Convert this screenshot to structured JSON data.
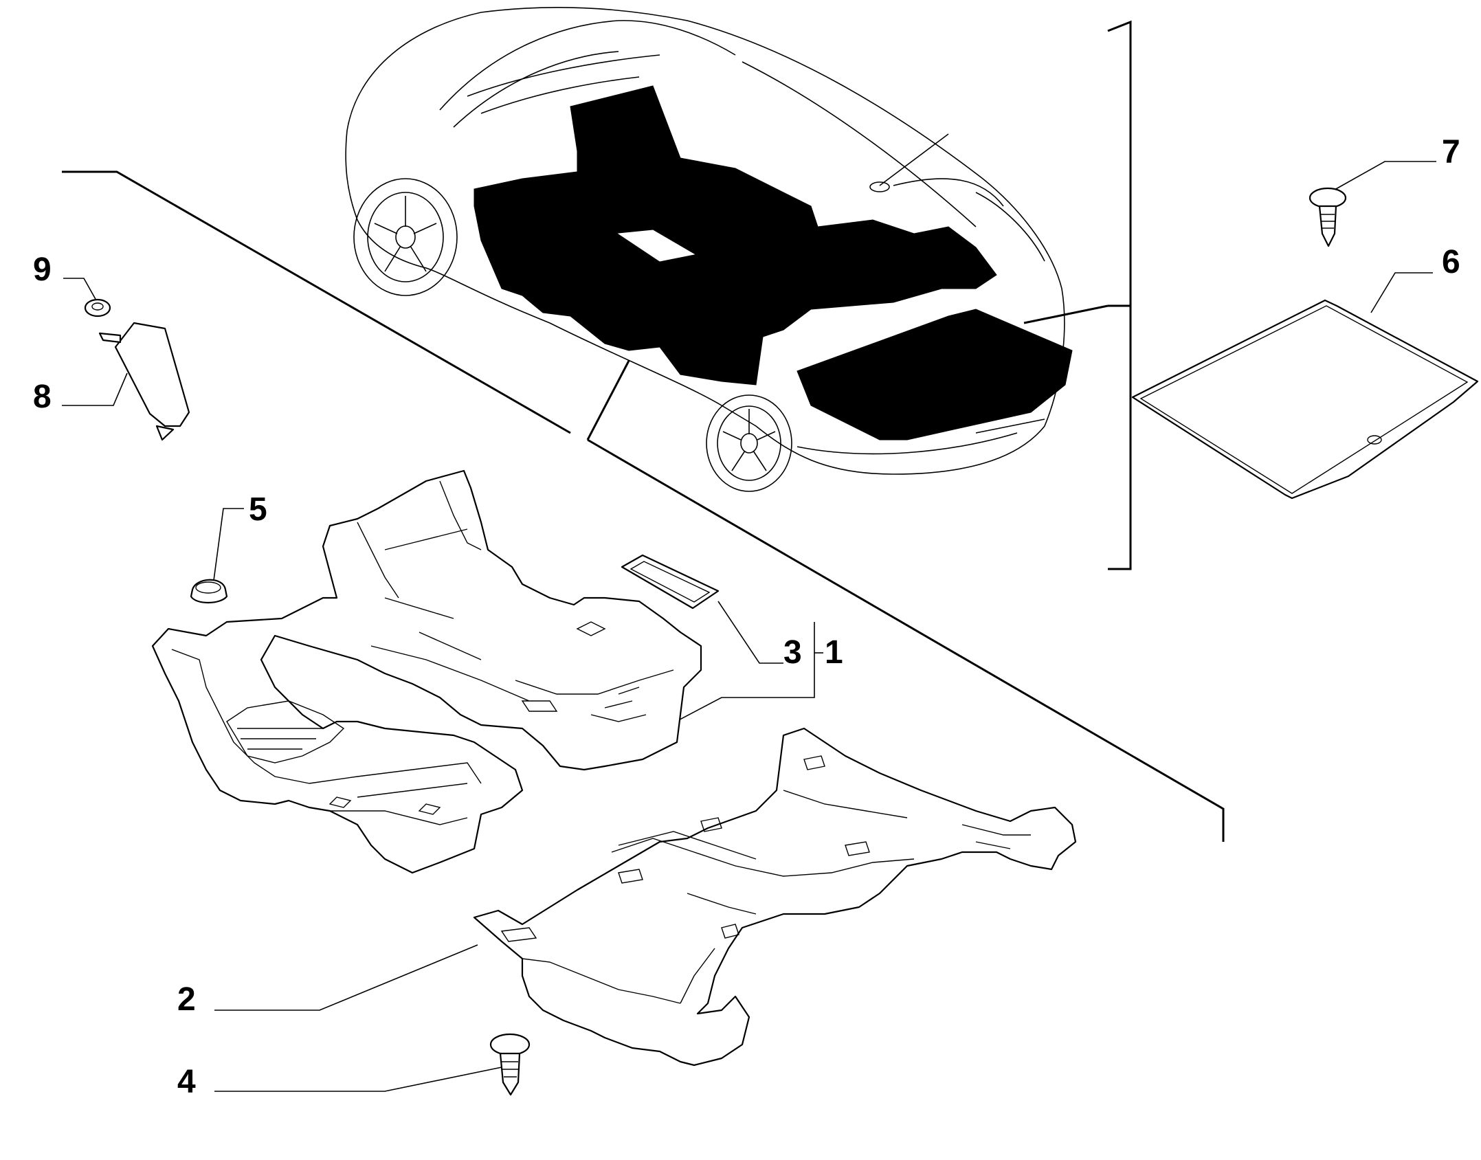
{
  "callouts": {
    "c1": "1",
    "c2": "2",
    "c3": "3",
    "c4": "4",
    "c5": "5",
    "c6": "6",
    "c7": "7",
    "c8": "8",
    "c9": "9"
  },
  "colors": {
    "line": "#000000",
    "background": "#ffffff",
    "carpet_fill": "#000000"
  }
}
